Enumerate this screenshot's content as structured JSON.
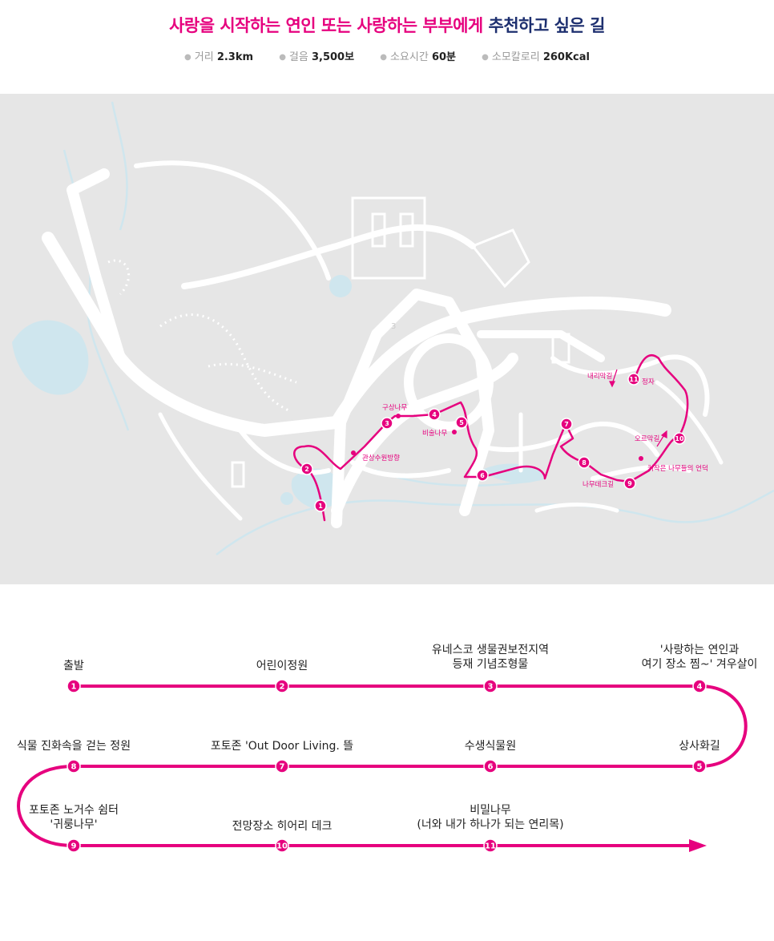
{
  "header": {
    "title_pink": "사랑을 시작하는 연인 또는 사랑하는 부부에게",
    "title_navy": " 추천하고 싶은 길",
    "stats": [
      {
        "label": "거리",
        "value": "2.3km"
      },
      {
        "label": "걸음",
        "value": "3,500보"
      },
      {
        "label": "소요시간",
        "value": "60분"
      },
      {
        "label": "소모칼로리",
        "value": "260Kcal"
      }
    ]
  },
  "map": {
    "labels": {
      "gwansang": "관상수원방향",
      "gusang": "구상나무",
      "biseul": "비술나무",
      "naerimak": "내리막길",
      "jeongja": "정자",
      "oreumak": "오르막길",
      "kijakeun": "키작은 나무들의 언덕",
      "namudeck": "나무데크길",
      "area3": "3"
    },
    "markers": [
      "1",
      "2",
      "3",
      "4",
      "5",
      "6",
      "7",
      "8",
      "9",
      "10",
      "11"
    ]
  },
  "route": {
    "stops": [
      {
        "num": "1",
        "label": "출발"
      },
      {
        "num": "2",
        "label": "어린이정원"
      },
      {
        "num": "3",
        "label": "유네스코 생물권보전지역\n등재 기념조형물"
      },
      {
        "num": "4",
        "label": "'사랑하는 연인과\n여기 장소 찜~' 겨우살이"
      },
      {
        "num": "5",
        "label": "상사화길"
      },
      {
        "num": "6",
        "label": "수생식물원"
      },
      {
        "num": "7",
        "label": "포토존 'Out Door Living. 뜰"
      },
      {
        "num": "8",
        "label": "식물 진화속을 걷는 정원"
      },
      {
        "num": "9",
        "label": "포토존 노거수 쉼터\n'귀룽나무'"
      },
      {
        "num": "10",
        "label": "전망장소 히어리 데크"
      },
      {
        "num": "11",
        "label": "비밀나무\n(너와 내가 하나가 되는 연리목)"
      }
    ]
  },
  "colors": {
    "accent": "#e6007e",
    "navy": "#1d2f6f",
    "map_bg": "#e6e6e6",
    "water": "#cfe6ee"
  }
}
